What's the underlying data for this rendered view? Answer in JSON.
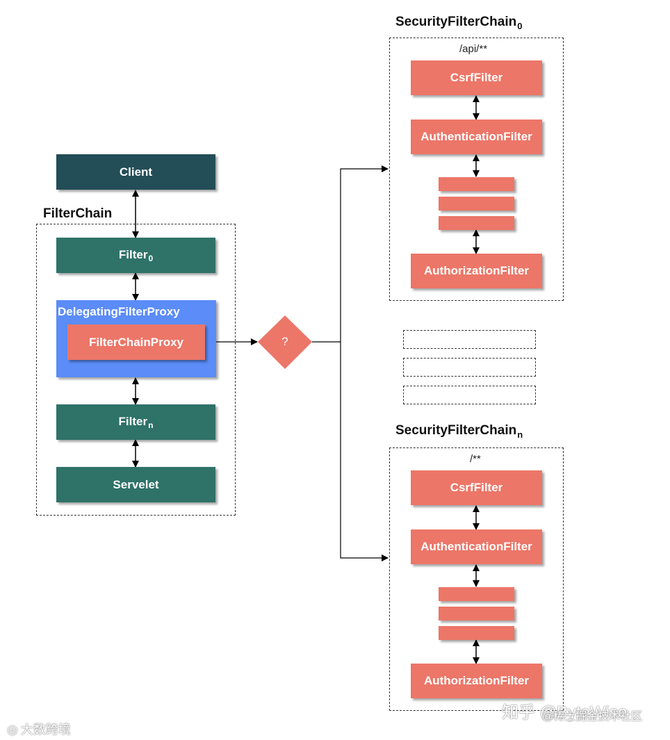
{
  "colors": {
    "client": "#234d57",
    "filter": "#2e7268",
    "security_filter": "#ec7668",
    "proxy_container": "#5b8cf7"
  },
  "filter_chain": {
    "label": "FilterChain",
    "client": "Client",
    "filter0": {
      "text": "Filter",
      "sub": "0"
    },
    "delegating_proxy": "DelegatingFilterProxy",
    "filter_chain_proxy": "FilterChainProxy",
    "filtern": {
      "text": "Filter",
      "sub": "n"
    },
    "servlet": "Servelet"
  },
  "decision": {
    "label": "?"
  },
  "security_chain_0": {
    "title": {
      "text": "SecurityFilterChain",
      "sub": "0"
    },
    "pattern": "/api/**",
    "csrf": "CsrfFilter",
    "authentication": "AuthenticationFilter",
    "authorization": "AuthorizationFilter"
  },
  "security_chain_n": {
    "title": {
      "text": "SecurityFilterChain",
      "sub": "n"
    },
    "pattern": "/**",
    "csrf": "CsrfFilter",
    "authentication": "AuthenticationFilter",
    "authorization": "AuthorizationFilter"
  },
  "watermarks": {
    "left": "大数跨境",
    "right": "知乎 @ByteWise",
    "right_overlay": "@稀土掘金技术社区"
  }
}
